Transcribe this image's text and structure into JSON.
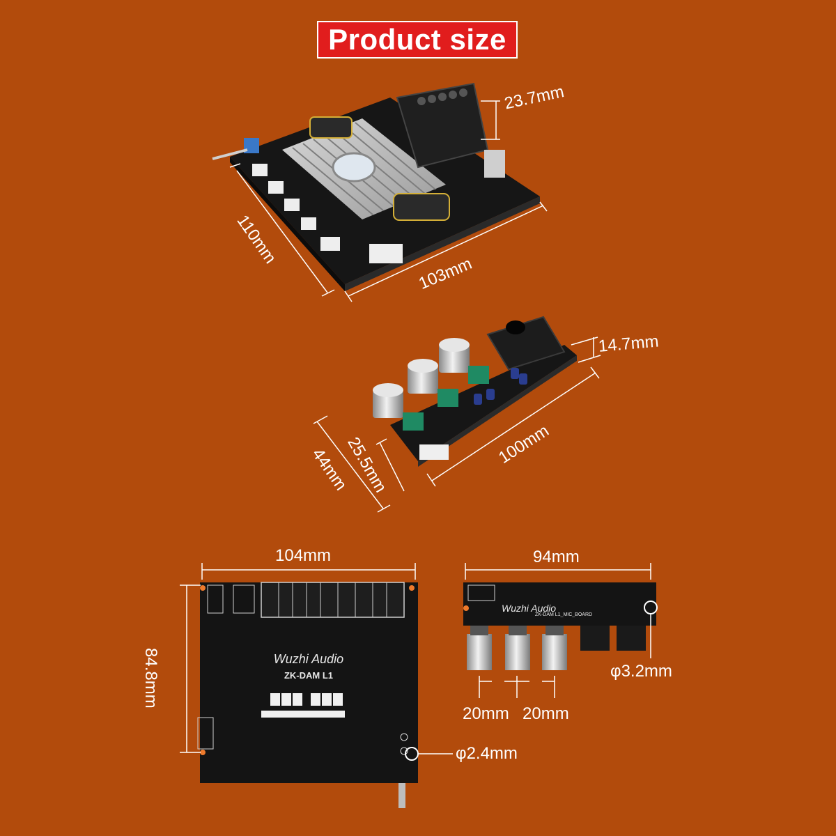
{
  "title": "Product size",
  "board1": {
    "height": "23.7mm",
    "depth": "110mm",
    "width": "103mm"
  },
  "board2": {
    "height": "14.7mm",
    "depth_total": "44mm",
    "depth_board": "25.5mm",
    "width": "100mm"
  },
  "board3": {
    "width": "104mm",
    "height": "84.8mm",
    "hole": "φ2.4mm",
    "brand": "Wuzhi Audio",
    "model": "ZK-DAM L1"
  },
  "board4": {
    "width": "94mm",
    "hole": "φ3.2mm",
    "spacing1": "20mm",
    "spacing2": "20mm",
    "brand": "Wuzhi Audio",
    "model": "ZK-DAM L1_MIC_BOARD"
  },
  "colors": {
    "background": "#b24b0c",
    "title_box": "#e11d1d",
    "pcb": "#141414",
    "lines": "#ffffff"
  }
}
